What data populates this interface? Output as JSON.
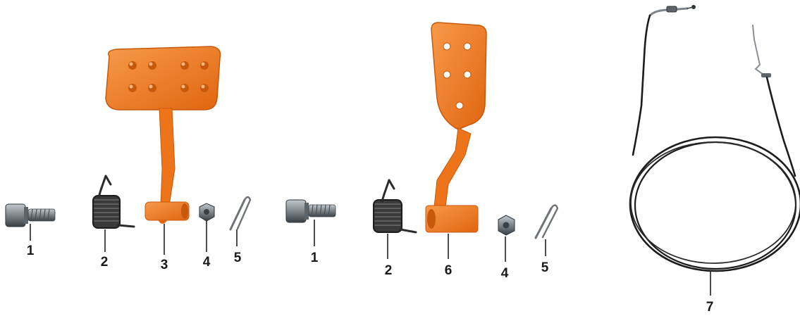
{
  "colors": {
    "pedal_orange": "#f07a1e",
    "pedal_orange_dark": "#c8590c",
    "pedal_orange_light": "#f79a4a",
    "metal_dark": "#3a4045",
    "metal_mid": "#7d858b",
    "metal_light": "#c4c9cd",
    "spring": "#2b2b2b",
    "cable": "#1c1c1c",
    "leader": "#222222",
    "label": "#1a1a1a"
  },
  "assembly_left": {
    "parts": [
      {
        "number": "1",
        "icon": "bolt-icon"
      },
      {
        "number": "2",
        "icon": "torsion-spring-icon"
      },
      {
        "number": "3",
        "icon": "brake-pedal-icon"
      },
      {
        "number": "4",
        "icon": "nut-icon"
      },
      {
        "number": "5",
        "icon": "cotter-pin-icon"
      }
    ]
  },
  "assembly_middle": {
    "parts": [
      {
        "number": "1",
        "icon": "bolt-icon"
      },
      {
        "number": "2",
        "icon": "torsion-spring-icon"
      },
      {
        "number": "6",
        "icon": "throttle-pedal-icon"
      },
      {
        "number": "4",
        "icon": "nut-icon"
      },
      {
        "number": "5",
        "icon": "cotter-pin-icon"
      }
    ]
  },
  "cable": {
    "number": "7",
    "icon": "throttle-cable-icon"
  }
}
